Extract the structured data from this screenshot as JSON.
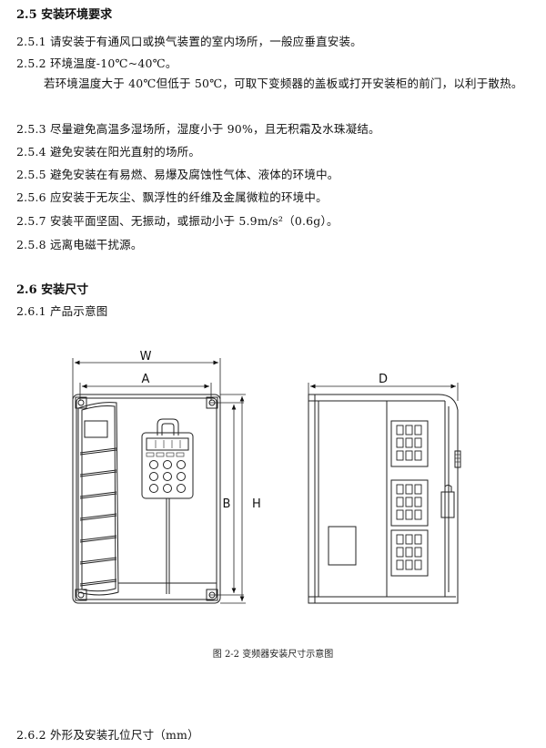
{
  "sec25": {
    "title": "2.5 安装环境要求",
    "i1": "2.5.1 请安装于有通风口或换气装置的室内场所，一般应垂直安装。",
    "i2": "2.5.2 环境温度-10℃~40℃。",
    "note": "若环境温度大于 40℃但低于 50℃，可取下变频器的盖板或打开安装柜的前门，以利于散热。",
    "i3": "2.5.3 尽量避免高温多湿场所，湿度小于 90%，且无积霜及水珠凝结。",
    "i4": "2.5.4 避免安装在阳光直射的场所。",
    "i5": "2.5.5 避免安装在有易燃、易爆及腐蚀性气体、液体的环境中。",
    "i6": "2.5.6 应安装于无灰尘、飘浮性的纤维及金属微粒的环境中。",
    "i7": "2.5.7 安装平面坚固、无振动，或振动小于 5.9m/s²（0.6g）。",
    "i8": "2.5.8 远离电磁干扰源。"
  },
  "sec26": {
    "title": "2.6 安装尺寸",
    "sub1": "2.6.1 产品示意图",
    "dims": {
      "w": "W",
      "a": "A",
      "b": "B",
      "h": "H",
      "d": "D"
    },
    "caption": "图 2-2 变频器安装尺寸示意图",
    "sub2": "2.6.2 外形及安装孔位尺寸（mm）"
  }
}
